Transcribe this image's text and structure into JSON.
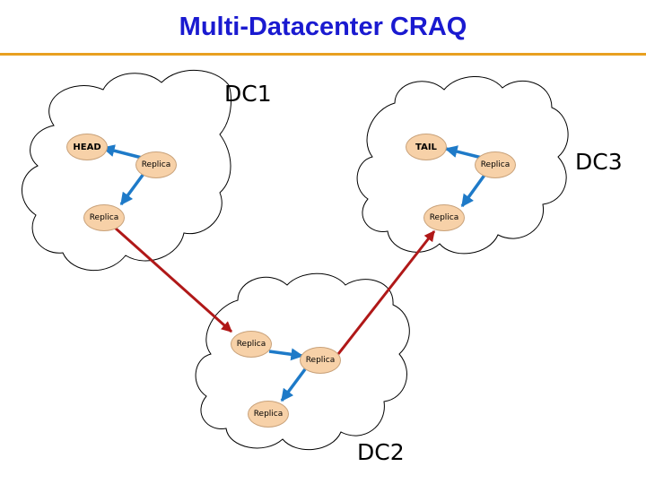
{
  "slide": {
    "title": "Multi-Datacenter CRAQ"
  },
  "datacenters": {
    "dc1": "DC1",
    "dc2": "DC2",
    "dc3": "DC3"
  },
  "nodes": {
    "head": "HEAD",
    "tail": "TAIL",
    "dc1_replica_a": "Replica",
    "dc1_replica_b": "Replica",
    "dc3_replica_a": "Replica",
    "dc3_replica_b": "Replica",
    "dc2_replica_a": "Replica",
    "dc2_replica_b": "Replica",
    "dc2_replica_c": "Replica"
  },
  "colors": {
    "title": "#1a1ad0",
    "rule": "#e8a020",
    "intra_arrow": "#1e7ac8",
    "inter_arrow": "#b01818",
    "node_fill": "#f7d1a8"
  }
}
